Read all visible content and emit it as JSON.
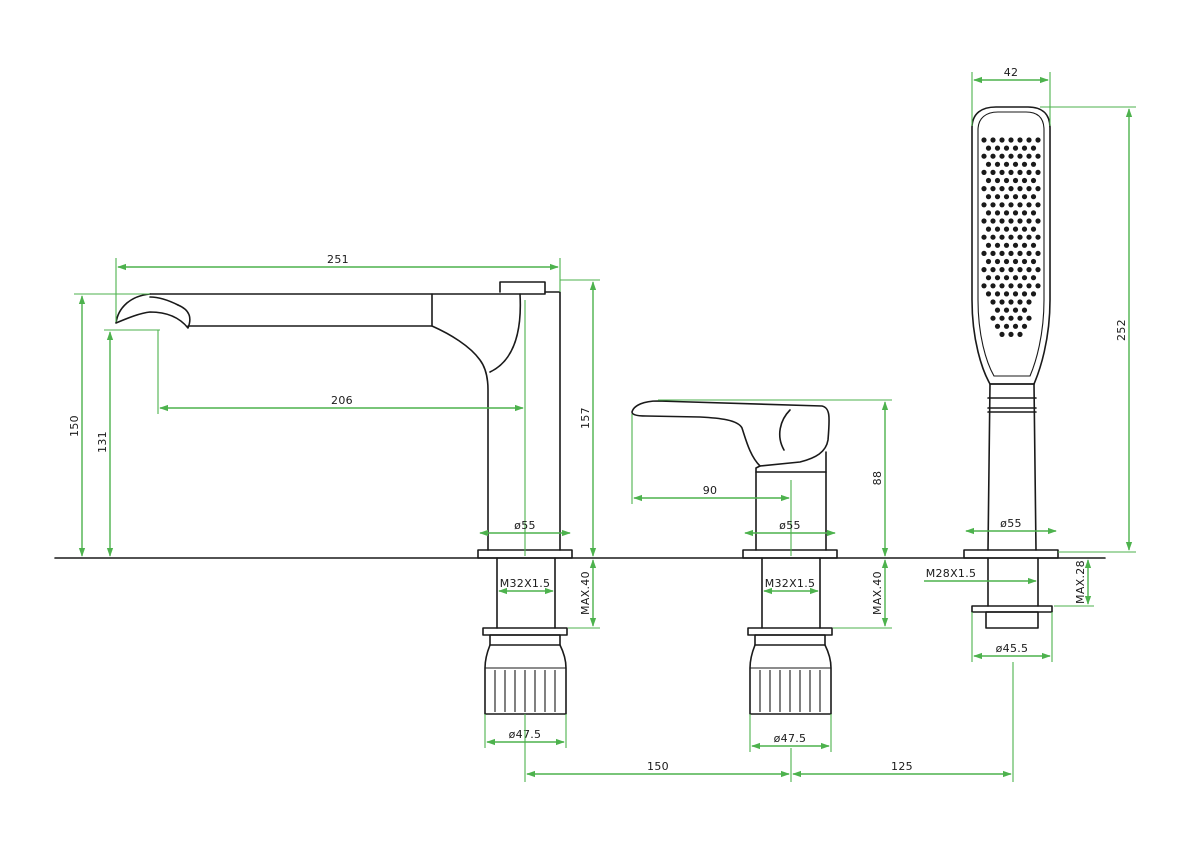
{
  "dimensions": {
    "spout_length": "251",
    "spout_total_height": "150",
    "spout_outlet_height": "131",
    "spout_reach": "206",
    "spout_body_height": "157",
    "spout_base_dia": "ø55",
    "spout_thread": "M32X1.5",
    "spout_max_deck": "MAX.40",
    "spout_nut_dia": "ø47.5",
    "mixer_lever_reach": "90",
    "mixer_height": "88",
    "mixer_base_dia": "ø55",
    "mixer_thread": "M32X1.5",
    "mixer_max_deck": "MAX.40",
    "mixer_nut_dia": "ø47.5",
    "shower_width": "42",
    "shower_height": "252",
    "shower_base_dia": "ø55",
    "shower_thread": "M28X1.5",
    "shower_max_deck": "MAX.28",
    "shower_nut_dia": "ø45.5",
    "spacing_spout_mixer": "150",
    "spacing_mixer_shower": "125"
  },
  "colors": {
    "dimension_line": "#4db24d",
    "outline": "#1a1a1a"
  }
}
